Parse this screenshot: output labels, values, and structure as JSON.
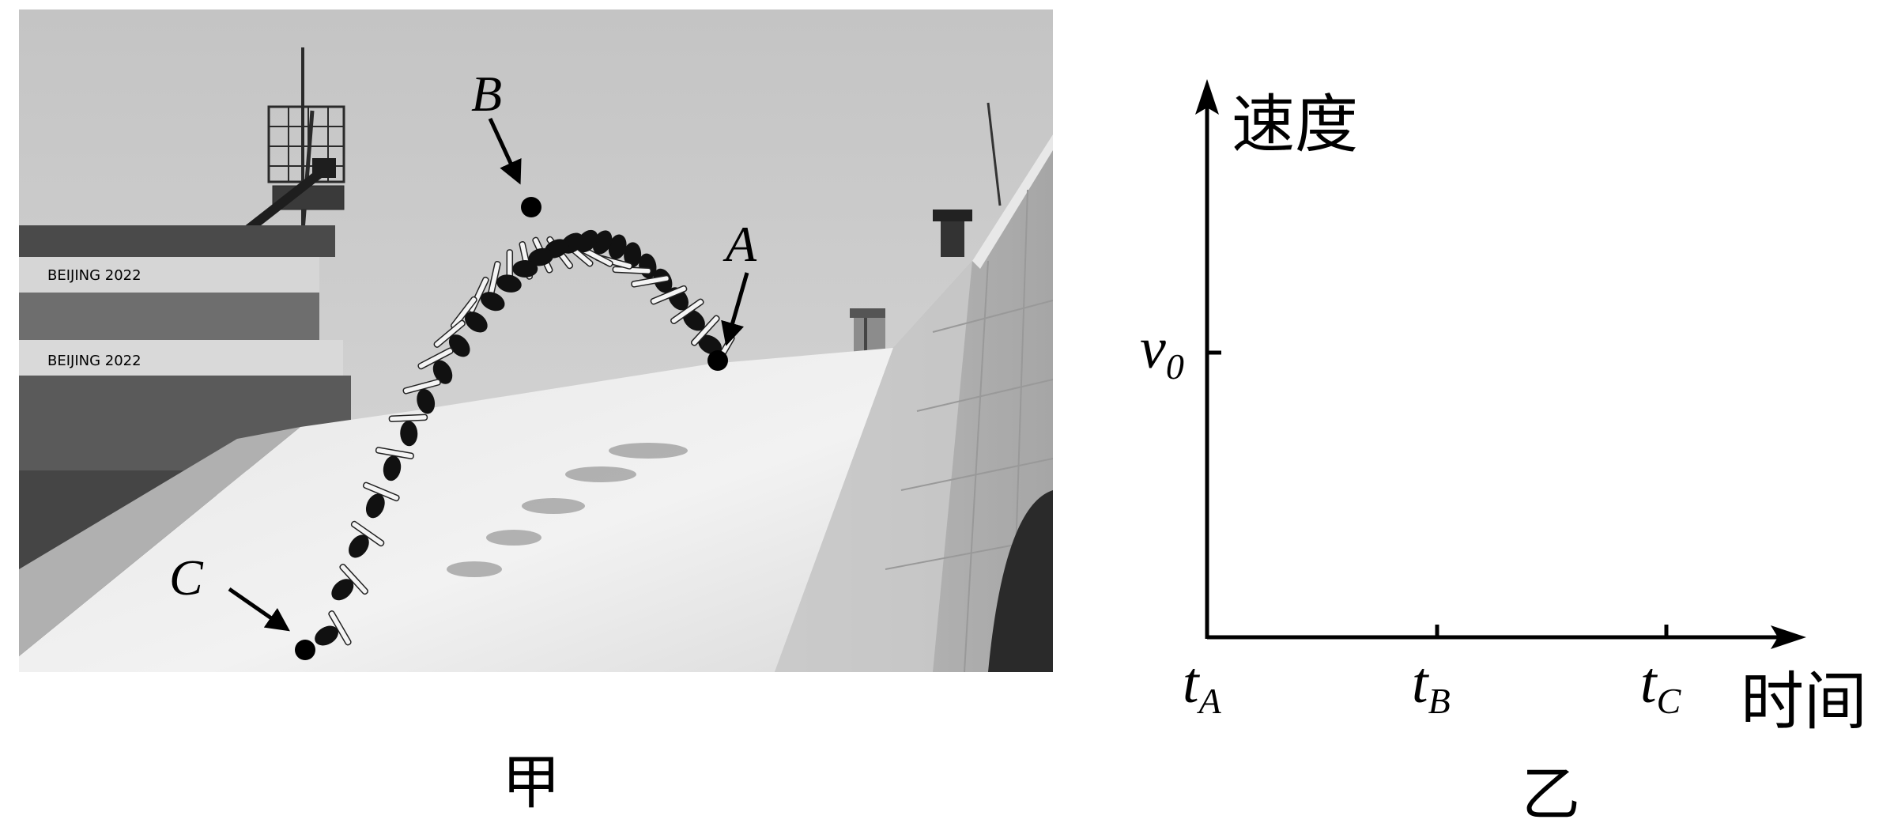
{
  "photo": {
    "caption": "甲",
    "points": [
      {
        "id": "A",
        "label": "A"
      },
      {
        "id": "B",
        "label": "B"
      },
      {
        "id": "C",
        "label": "C"
      }
    ],
    "banner_text": "BEIJING 2022"
  },
  "graph": {
    "caption": "乙",
    "y_axis_label": "速度",
    "x_axis_label": "时间",
    "y_tick": {
      "symbol": "v",
      "subscript": "0"
    },
    "x_ticks": [
      {
        "symbol": "t",
        "subscript": "A"
      },
      {
        "symbol": "t",
        "subscript": "B"
      },
      {
        "symbol": "t",
        "subscript": "C"
      }
    ]
  }
}
